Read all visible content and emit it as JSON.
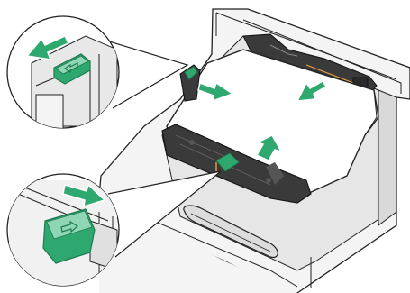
{
  "illustration": {
    "subject": "paper-tray-guide-adjustment",
    "colors": {
      "line": "#222222",
      "tray_fill": "#f4f4f4",
      "tray_shade": "#d9d9d9",
      "guide_fill": "#3a3a3a",
      "paper": "#ffffff",
      "accent": "#2fa870",
      "accent_light": "#8fd6b4",
      "accent_dark": "#1f7a50",
      "callout_fill": "#ffffff"
    },
    "arrows": [
      {
        "id": "upper-callout-arrow",
        "direction": "left"
      },
      {
        "id": "side-guide-left-arrow",
        "direction": "right"
      },
      {
        "id": "side-guide-right-arrow",
        "direction": "left"
      },
      {
        "id": "end-guide-arrow",
        "direction": "up"
      },
      {
        "id": "lower-callout-arrow",
        "direction": "right"
      }
    ],
    "icons": [
      "lever-arrow-left-icon",
      "lever-arrow-right-icon"
    ]
  }
}
